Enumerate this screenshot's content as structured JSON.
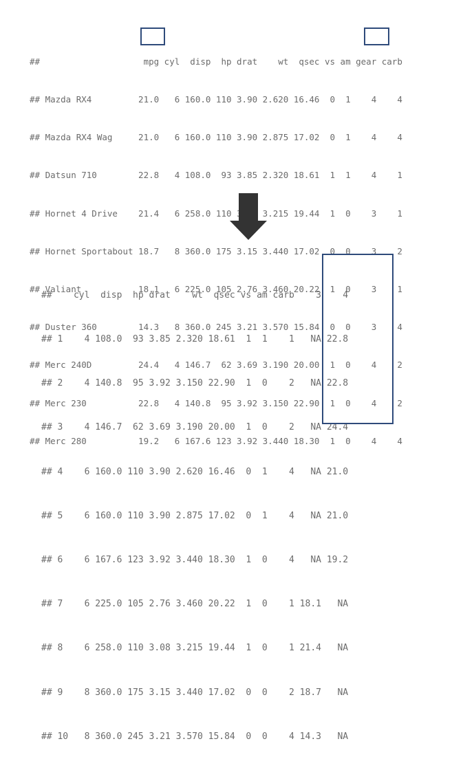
{
  "top_table": {
    "header": "##                    mpg cyl  disp  hp drat    wt  qsec vs am gear carb",
    "rows": [
      "## Mazda RX4         21.0   6 160.0 110 3.90 2.620 16.46  0  1    4    4",
      "## Mazda RX4 Wag     21.0   6 160.0 110 3.90 2.875 17.02  0  1    4    4",
      "## Datsun 710        22.8   4 108.0  93 3.85 2.320 18.61  1  1    4    1",
      "## Hornet 4 Drive    21.4   6 258.0 110 3.08 3.215 19.44  1  0    3    1",
      "## Hornet Sportabout 18.7   8 360.0 175 3.15 3.440 17.02  0  0    3    2",
      "## Valiant           18.1   6 225.0 105 2.76 3.460 20.22  1  0    3    1",
      "## Duster 360        14.3   8 360.0 245 3.21 3.570 15.84  0  0    3    4",
      "## Merc 240D         24.4   4 146.7  62 3.69 3.190 20.00  1  0    4    2",
      "## Merc 230          22.8   4 140.8  95 3.92 3.150 22.90  1  0    4    2",
      "## Merc 280          19.2   6 167.6 123 3.92 3.440 18.30  1  0    4    4"
    ]
  },
  "bottom_table": {
    "header": "##    cyl  disp  hp drat    wt  qsec vs am carb    3    4",
    "rows": [
      "## 1    4 108.0  93 3.85 2.320 18.61  1  1    1   NA 22.8",
      "## 2    4 140.8  95 3.92 3.150 22.90  1  0    2   NA 22.8",
      "## 3    4 146.7  62 3.69 3.190 20.00  1  0    2   NA 24.4",
      "## 4    6 160.0 110 3.90 2.620 16.46  0  1    4   NA 21.0",
      "## 5    6 160.0 110 3.90 2.875 17.02  0  1    4   NA 21.0",
      "## 6    6 167.6 123 3.92 3.440 18.30  1  0    4   NA 19.2",
      "## 7    6 225.0 105 2.76 3.460 20.22  1  0    1 18.1   NA",
      "## 8    6 258.0 110 3.08 3.215 19.44  1  0    1 21.4   NA",
      "## 9    8 360.0 175 3.15 3.440 17.02  0  0    2 18.7   NA",
      "## 10   8 360.0 245 3.21 3.570 15.84  0  0    4 14.3   NA"
    ]
  },
  "colors": {
    "text": "#6b6b6b",
    "highlight_box": "#2e4a7a",
    "arrow": "#333333"
  }
}
